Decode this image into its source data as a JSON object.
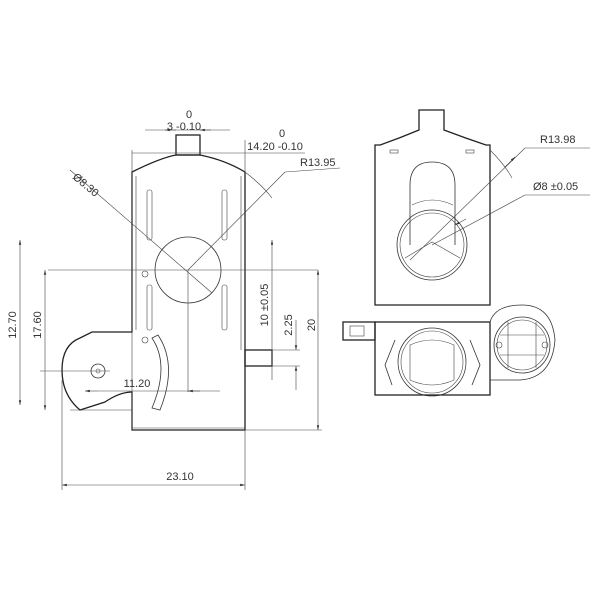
{
  "drawing": {
    "left_view": {
      "dimensions": {
        "tab_width_upper": "0",
        "tab_width": "3 -0.10",
        "body_width_upper": "0",
        "body_width": "14.20 -0.10",
        "radius": "R13.95",
        "diameter": "Ø8.30",
        "height_a": "12.70",
        "height_b": "17.60",
        "offset_x": "11.20",
        "total_width": "23.10",
        "height_c": "10 ±0.05",
        "tab_height": "2.25",
        "height_d": "20"
      }
    },
    "right_view": {
      "dimensions": {
        "radius": "R13.98",
        "diameter": "Ø8 ±0.05"
      }
    }
  }
}
